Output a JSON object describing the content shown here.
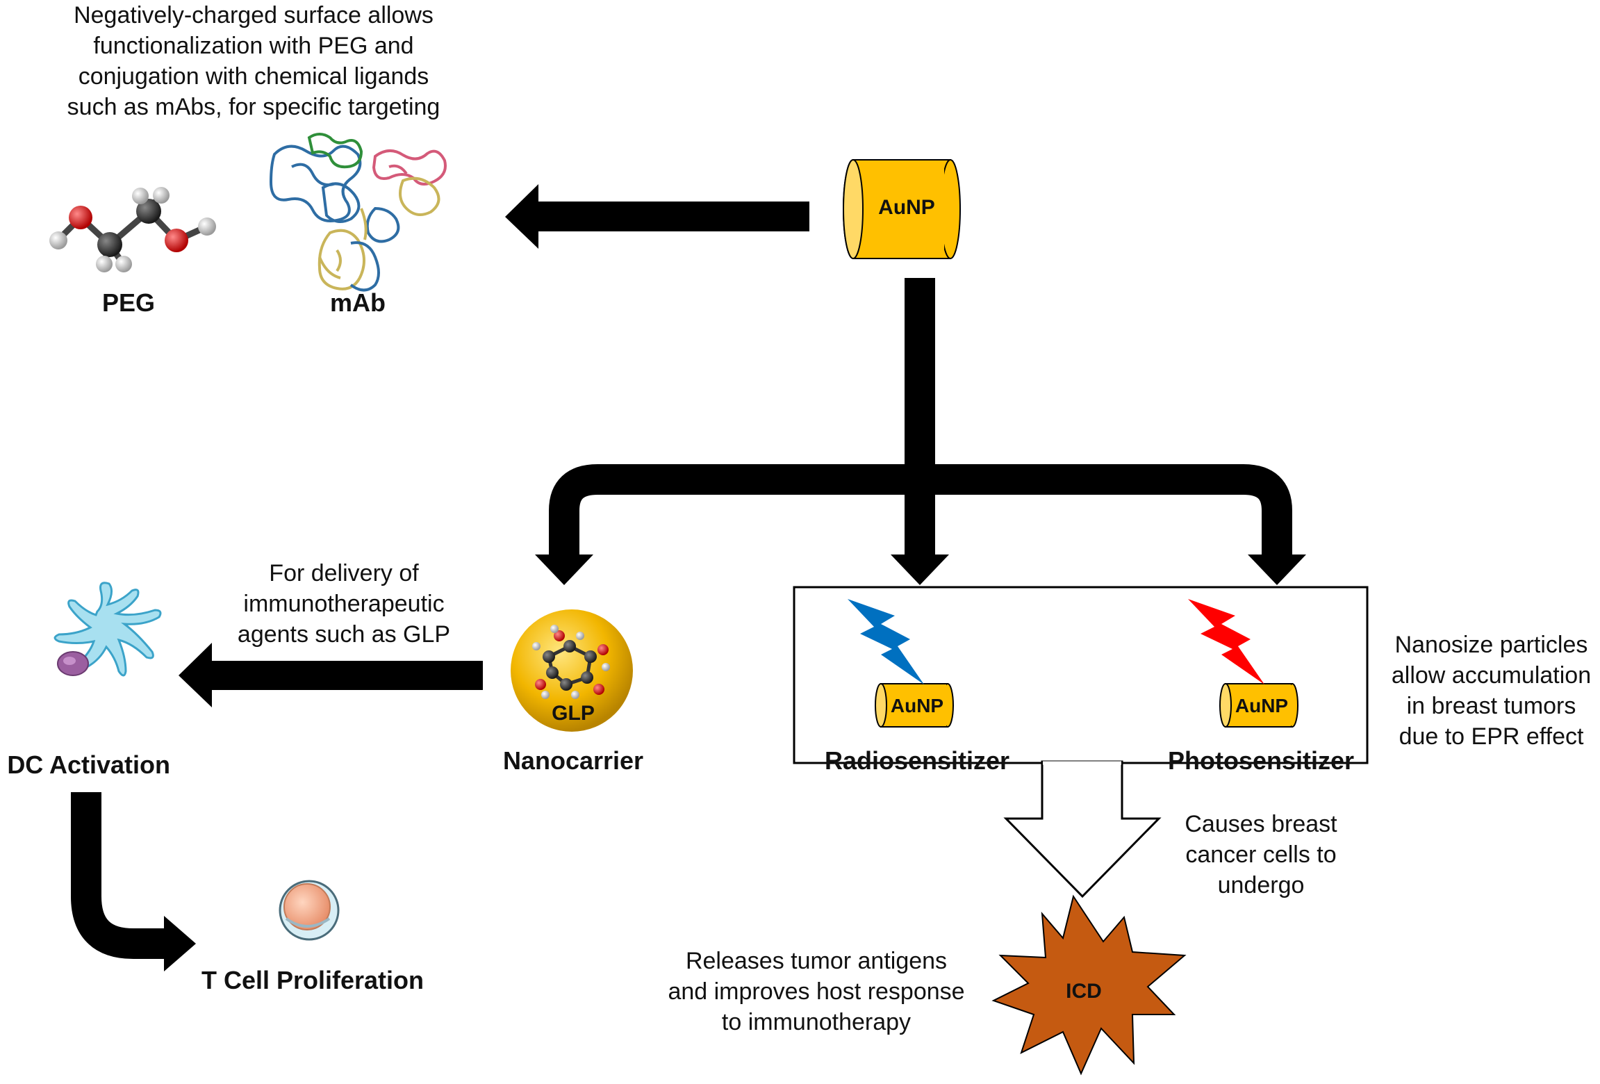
{
  "top_note": {
    "lines": [
      "Negatively-charged surface allows",
      "functionalization with PEG and",
      "conjugation with chemical ligands",
      "such as mAbs, for specific targeting"
    ]
  },
  "labels": {
    "peg": "PEG",
    "mab": "mAb",
    "aunp_main": "AuNP",
    "glp": "GLP",
    "nanocarrier": "Nanocarrier",
    "aunp_radio": "AuNP",
    "aunp_photo": "AuNP",
    "radiosensitizer": "Radiosensitizer",
    "photosensitizer": "Photosensitizer",
    "dc_activation": "DC Activation",
    "t_cell_proliferation": "T Cell Proliferation",
    "icd": "ICD"
  },
  "notes": {
    "delivery": [
      "For delivery of",
      "immunotherapeutic",
      "agents such as GLP"
    ],
    "nanosize": [
      "Nanosize particles",
      "allow accumulation",
      "in breast tumors",
      "due to EPR effect"
    ],
    "causes": [
      "Causes breast",
      "cancer cells to",
      "undergo"
    ],
    "releases": [
      "Releases tumor antigens",
      "and improves host response",
      "to immunotherapy"
    ]
  },
  "colors": {
    "gold": "#FFC000",
    "gold_light": "#FFD966",
    "icd_orange": "#C55A11",
    "blue_bolt": "#0070C0",
    "red_bolt": "#FF0000",
    "arrow": "#000000"
  }
}
